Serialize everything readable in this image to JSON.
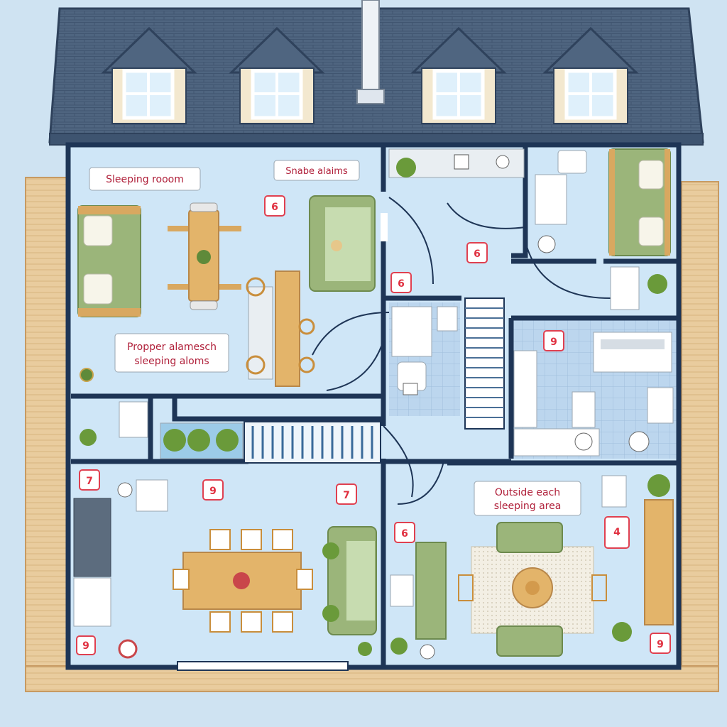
{
  "labels": {
    "sleeping_room": "Sleeping rooom",
    "smoke_alarms": "Snabe alaims",
    "proper_line1": "Propper alamesch",
    "proper_line2": "sleeping aloms",
    "outside_line1": "Outside each",
    "outside_line2": "sleeping area"
  },
  "badges": [
    {
      "id": "b1",
      "text": "6"
    },
    {
      "id": "b2",
      "text": "6"
    },
    {
      "id": "b3",
      "text": "6"
    },
    {
      "id": "b4",
      "text": "9"
    },
    {
      "id": "b5",
      "text": "7"
    },
    {
      "id": "b6",
      "text": "9"
    },
    {
      "id": "b7",
      "text": "7"
    },
    {
      "id": "b8",
      "text": "6"
    },
    {
      "id": "b9",
      "text": "4"
    },
    {
      "id": "b10",
      "text": "9"
    },
    {
      "id": "b11",
      "text": "9"
    }
  ],
  "colors": {
    "roof": "#4a5f7a",
    "wall": "#1e3556",
    "floor": "#cfe6f7",
    "deck": "#e8c99a",
    "sofa": "#9bb57a",
    "wood": "#d9a860",
    "badge_border": "#e04050"
  }
}
